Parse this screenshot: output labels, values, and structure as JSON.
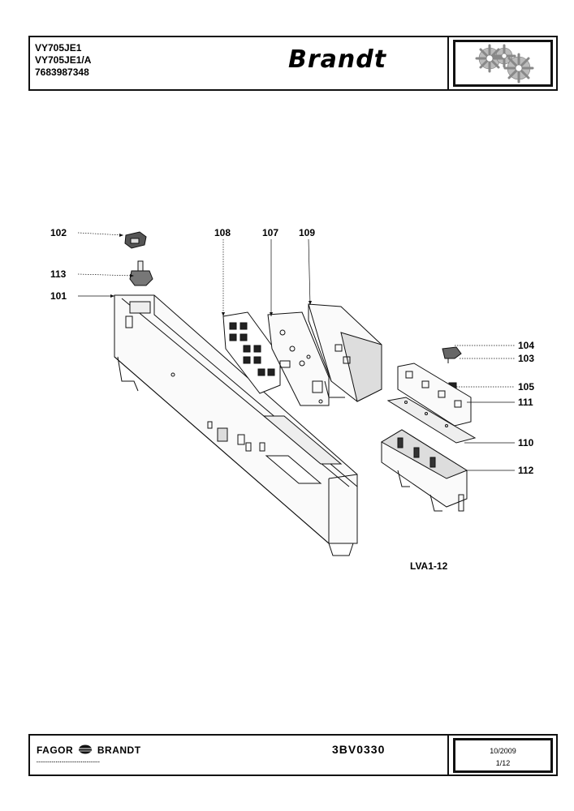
{
  "header": {
    "models": [
      "VY705JE1",
      "VY705JE1/A",
      "7683987348"
    ],
    "brand": "Brandt"
  },
  "callouts": [
    {
      "label": "102"
    },
    {
      "label": "113"
    },
    {
      "label": "101"
    },
    {
      "label": "108"
    },
    {
      "label": "107"
    },
    {
      "label": "109"
    },
    {
      "label": "104"
    },
    {
      "label": "103"
    },
    {
      "label": "105"
    },
    {
      "label": "111"
    },
    {
      "label": "110"
    },
    {
      "label": "112"
    }
  ],
  "drawing_ref": "LVA1-12",
  "footer": {
    "company_left": "FAGOR",
    "company_right": "BRANDT",
    "doc_number": "3BV0330",
    "date": "10/2009",
    "page": "1/12"
  }
}
